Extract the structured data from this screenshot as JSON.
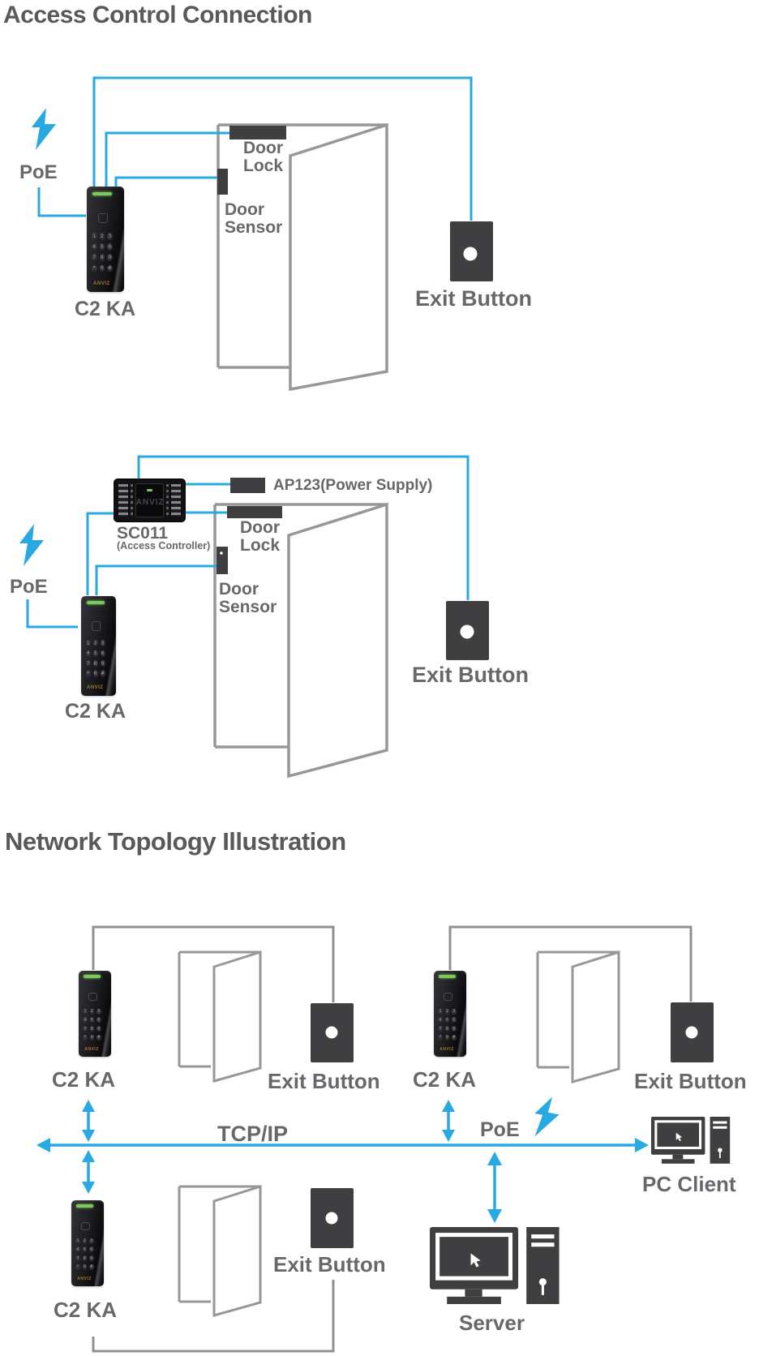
{
  "colors": {
    "blue": "#29A9E1",
    "wire_gray": "#8E9093",
    "door_gray": "#95979A",
    "dark": "#3F3F41",
    "title_text": "#58595B",
    "label_text": "#66686B",
    "led_green": "#7CC95B"
  },
  "header": {
    "title": "Access Control Connection"
  },
  "diagram1": {
    "poe": "PoE",
    "device": "C2 KA",
    "door_lock": "Door Lock",
    "door_sensor": "Door Sensor",
    "exit_button": "Exit Button"
  },
  "diagram2": {
    "poe": "PoE",
    "device": "C2 KA",
    "controller": "SC011",
    "controller_sub": "(Access Controller)",
    "power_supply": "AP123(Power Supply)",
    "door_lock": "Door Lock",
    "door_sensor": "Door Sensor",
    "exit_button": "Exit Button"
  },
  "topology": {
    "title": "Network Topology Illustration",
    "group_a": {
      "device": "C2 KA",
      "exit_button": "Exit Button"
    },
    "group_b": {
      "device": "C2 KA",
      "exit_button": "Exit Button"
    },
    "group_c": {
      "device": "C2 KA",
      "exit_button": "Exit Button"
    },
    "tcpip": "TCP/IP",
    "poe": "PoE",
    "server": "Server",
    "pc_client": "PC Client"
  },
  "device": {
    "brand": "ANVIZ",
    "keys": [
      "1",
      "2",
      "3",
      "4",
      "5",
      "6",
      "7",
      "8",
      "9",
      "*",
      "0",
      "#"
    ]
  }
}
